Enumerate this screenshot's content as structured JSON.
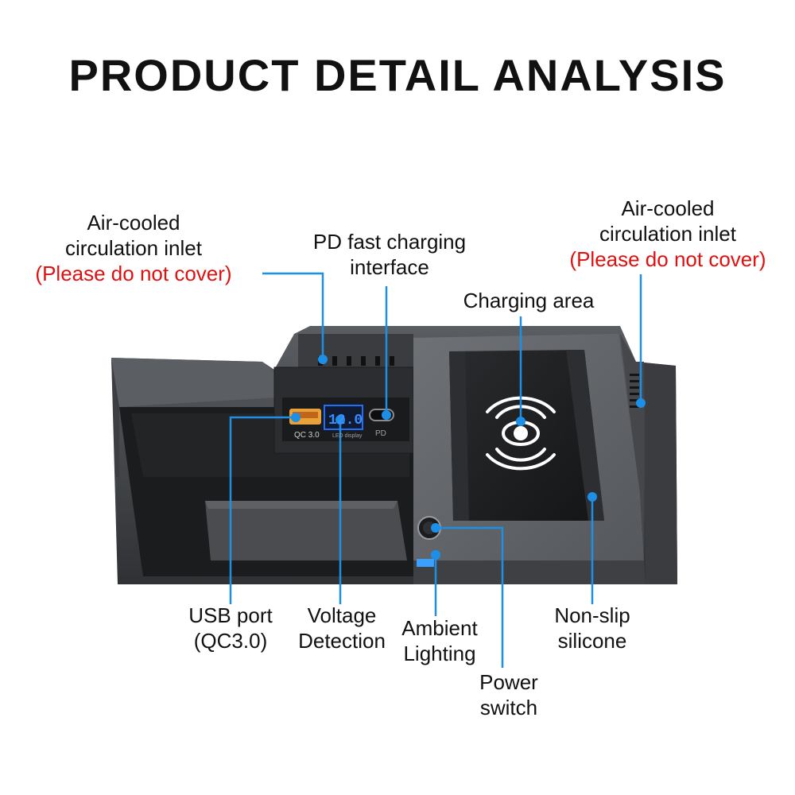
{
  "title": "PRODUCT DETAIL ANALYSIS",
  "callouts": {
    "inlet_left": {
      "line1": "Air-cooled",
      "line2": "circulation inlet",
      "warning": "(Please do not cover)"
    },
    "inlet_right": {
      "line1": "Air-cooled",
      "line2": "circulation inlet",
      "warning": "(Please do not cover)"
    },
    "pd_port": {
      "line1": "PD fast charging",
      "line2": "interface"
    },
    "charging_area": {
      "line1": "Charging area"
    },
    "usb_port": {
      "line1": "USB port",
      "line2": "(QC3.0)"
    },
    "voltage": {
      "line1": "Voltage",
      "line2": "Detection"
    },
    "ambient": {
      "line1": "Ambient",
      "line2": "Lighting"
    },
    "power": {
      "line1": "Power",
      "line2": "switch"
    },
    "silicone": {
      "line1": "Non-slip",
      "line2": "silicone"
    }
  },
  "panel": {
    "usb_label": "QC 3.0",
    "display_value": "12.0",
    "display_caption": "LED display",
    "pd_label": "PD"
  },
  "colors": {
    "leader": "#1e8fe6",
    "warning": "#e01010",
    "display": "#1e6fff"
  }
}
